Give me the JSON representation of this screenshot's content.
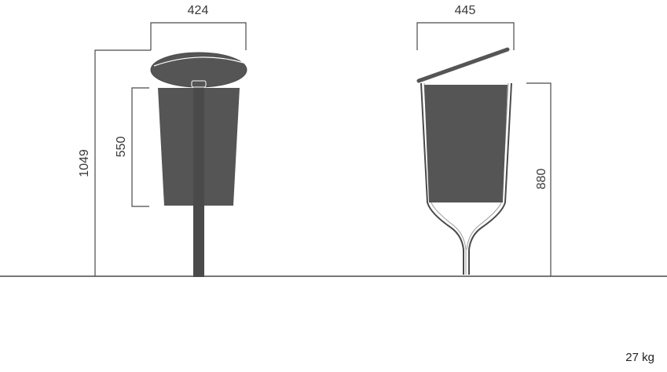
{
  "dimensions": {
    "pole_bin_lid_width": "424",
    "pole_bin_total_height": "1049",
    "pole_bin_basket_height": "550",
    "stand_bin_lid_width": "445",
    "stand_bin_body_height": "880"
  },
  "weight": "27 kg",
  "colors": {
    "line": "#4a4a4a",
    "fill": "#555555",
    "background": "#ffffff"
  }
}
